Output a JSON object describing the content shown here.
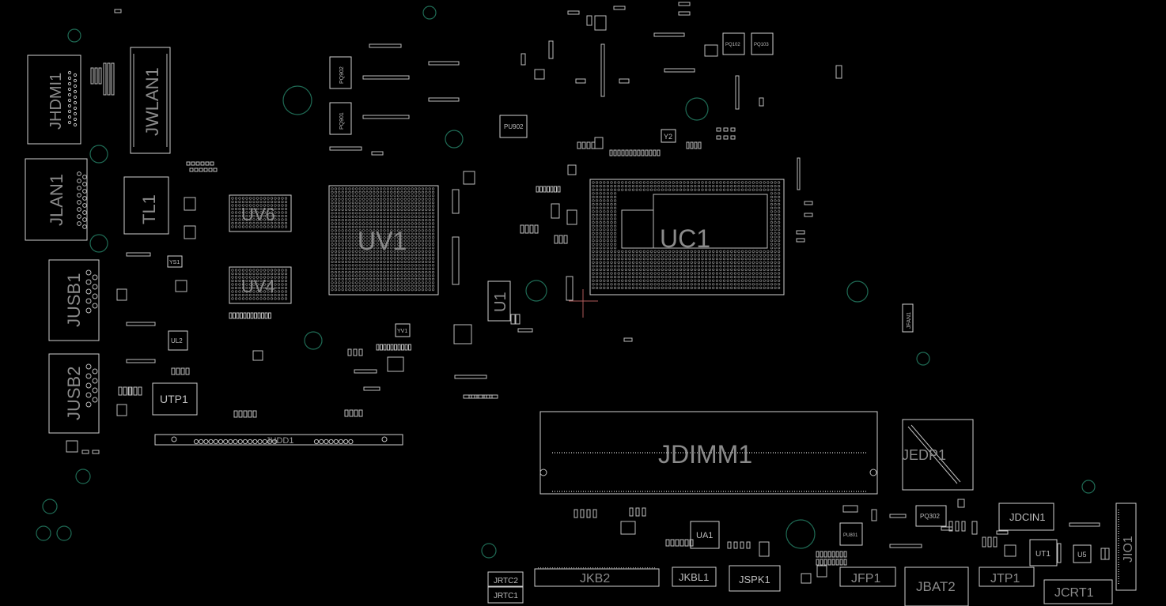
{
  "labels": {
    "jhdmi1": "JHDMI1",
    "jwlan1": "JWLAN1",
    "jlan1": "JLAN1",
    "tl1": "TL1",
    "uv6": "UV6",
    "uv4": "UV4",
    "uv1": "UV1",
    "uc1": "UC1",
    "u1": "U1",
    "jusb1": "JUSB1",
    "jusb2": "JUSB2",
    "utp1": "UTP1",
    "jhdd1": "JHDD1",
    "jdimm1": "JDIMM1",
    "jedp1": "JEDP1",
    "jdcin1": "JDCIN1",
    "jio1": "JIO1",
    "jkb2": "JKB2",
    "jkbl1": "JKBL1",
    "jspk1": "JSPK1",
    "jfp1": "JFP1",
    "jbat2": "JBAT2",
    "jtp1": "JTP1",
    "jcrt1": "JCRT1",
    "jrtc2": "JRTC2",
    "jrtc1": "JRTC1",
    "ua1": "UA1",
    "ut1": "UT1",
    "u5": "U5",
    "pq302": "PQ302",
    "pu902": "PU902",
    "pq902": "PQ902",
    "pq901": "PQ901",
    "pq102": "PQ102",
    "pq103": "PQ103",
    "y2": "Y2",
    "yv1": "YV1",
    "ys1": "YS1",
    "ul2": "UL2",
    "jfan1": "JFAN1",
    "pu801": "PU801"
  },
  "colors": {
    "background": "#000000",
    "outline": "#cfcfcf",
    "label": "#8a8a8a",
    "mounting_hole": "#1f6b55"
  }
}
